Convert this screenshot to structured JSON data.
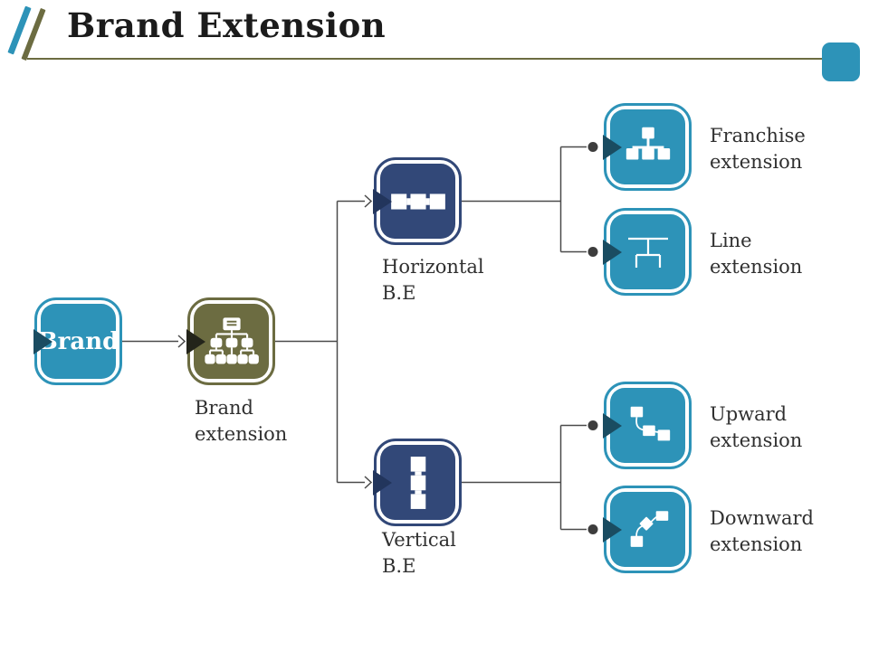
{
  "header": {
    "title": "Brand Extension"
  },
  "accents": {
    "slash_icon": "double-slash-icon",
    "corner_icon": "rounded-square-accent"
  },
  "colors": {
    "teal": "#2d93b8",
    "navy": "#324878",
    "olive": "#6c6c41",
    "connector_line": "#4a4a4a",
    "connector_dot": "#3d3d3d",
    "title_text": "#1b1b1b",
    "caption_text": "#303030"
  },
  "diagram": {
    "nodes": {
      "brand": {
        "label": "Brand",
        "shape_color": "teal"
      },
      "brand_extension": {
        "caption": "Brand extension",
        "icon": "org-chart-icon",
        "shape_color": "olive"
      },
      "horizontal_be": {
        "caption": "Horizontal B.E",
        "icon": "horizontal-boxes-icon",
        "shape_color": "navy"
      },
      "vertical_be": {
        "caption": "Vertical B.E",
        "icon": "vertical-boxes-icon",
        "shape_color": "navy"
      },
      "franchise": {
        "caption": "Franchise extension",
        "icon": "hierarchy-icon",
        "shape_color": "teal"
      },
      "line": {
        "caption": "Line extension",
        "icon": "line-tree-icon",
        "shape_color": "teal"
      },
      "upward": {
        "caption": "Upward extension",
        "icon": "descending-steps-icon",
        "shape_color": "teal"
      },
      "downward": {
        "caption": "Downward extension",
        "icon": "ascending-path-icon",
        "shape_color": "teal"
      }
    }
  }
}
